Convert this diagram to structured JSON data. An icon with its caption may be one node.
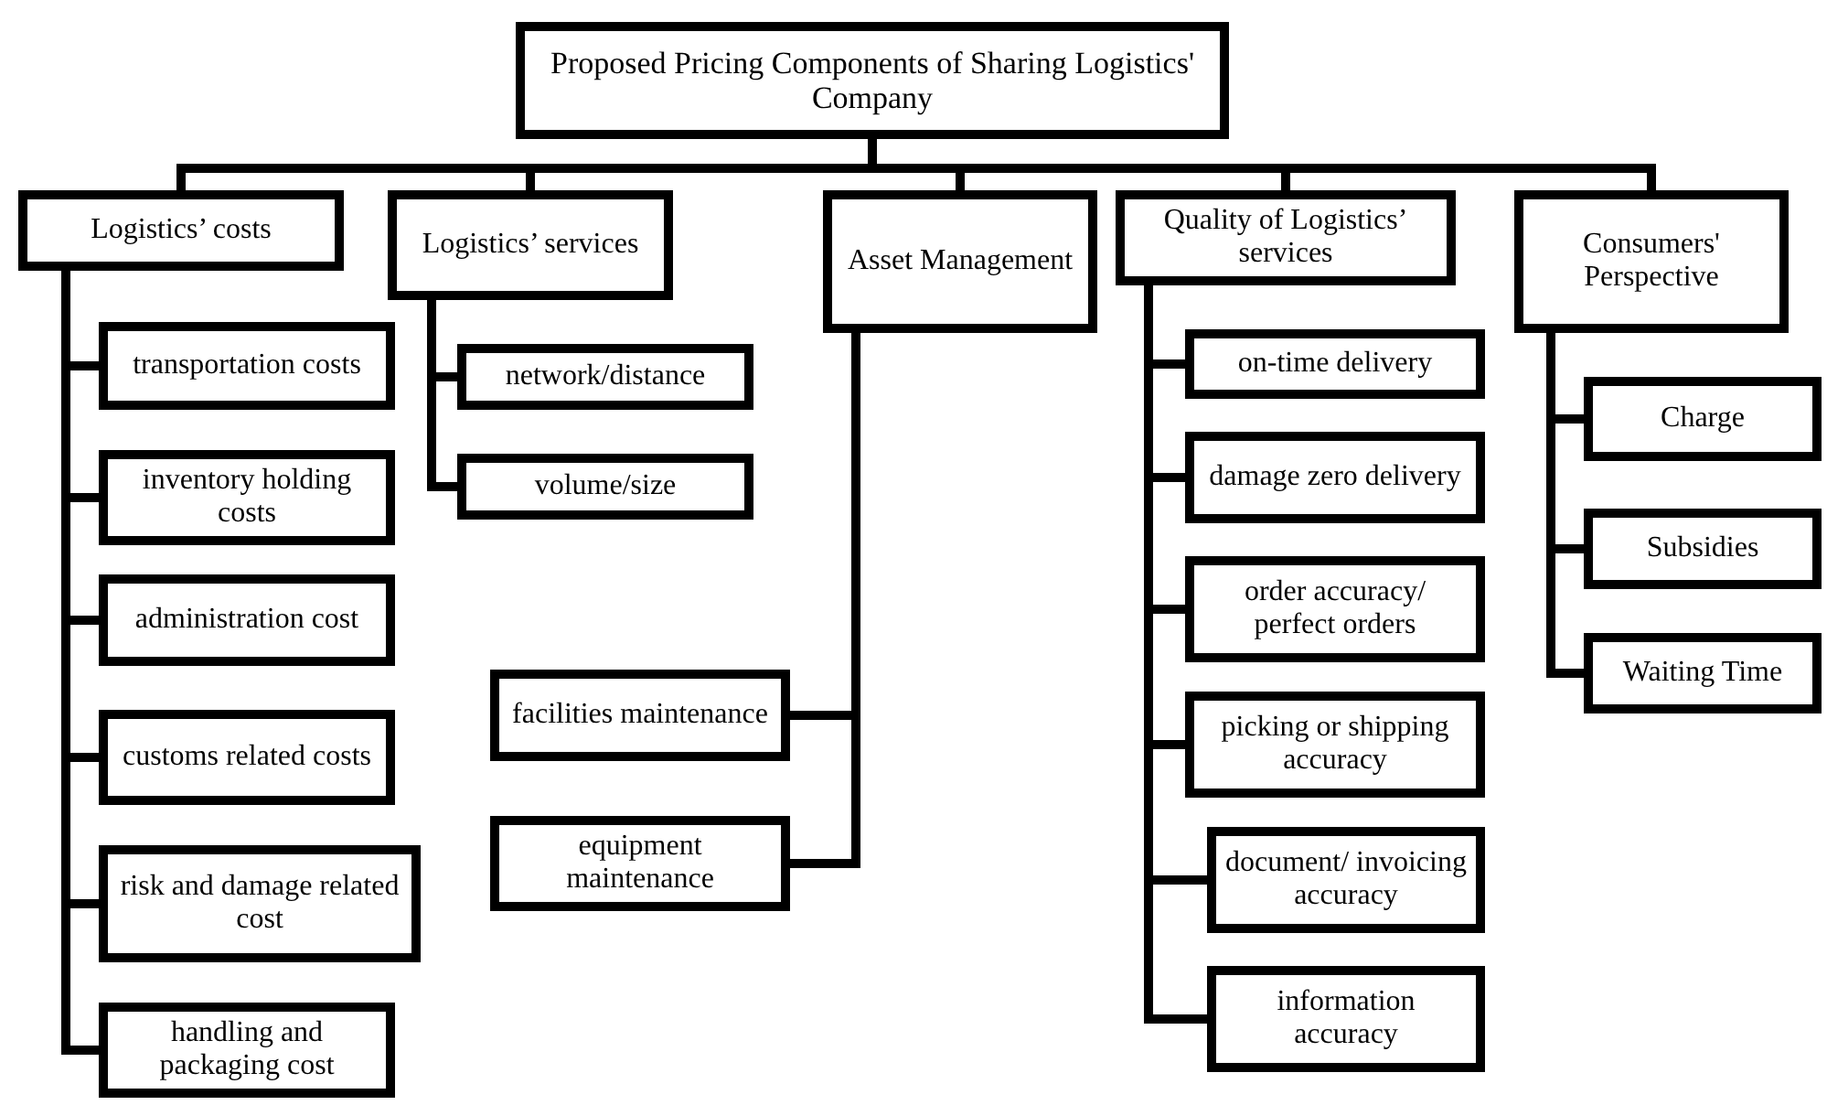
{
  "diagram": {
    "nodes": [
      {
        "text": [
          "Proposed Pricing Components of Sharing Logistics' Company"
        ]
      },
      {
        "text": [
          "Logistics’ costs"
        ]
      },
      {
        "text": [
          "Logistics’ services"
        ]
      },
      {
        "text": [
          "Asset Management"
        ]
      },
      {
        "text": [
          "Quality of Logistics’ services"
        ]
      },
      {
        "text": [
          "Consumers' Perspective"
        ]
      },
      {
        "text": [
          "transportation costs"
        ]
      },
      {
        "text": [
          "inventory holding costs"
        ]
      },
      {
        "text": [
          "administration cost"
        ]
      },
      {
        "text": [
          "customs related costs"
        ]
      },
      {
        "text": [
          "risk and damage related cost"
        ]
      },
      {
        "text": [
          "handling and packaging cost"
        ]
      },
      {
        "text": [
          "network/distance"
        ]
      },
      {
        "text": [
          "volume/size"
        ]
      },
      {
        "text": [
          "facilities maintenance"
        ]
      },
      {
        "text": [
          "equipment maintenance"
        ]
      },
      {
        "text": [
          "on-time delivery"
        ]
      },
      {
        "text": [
          "damage zero delivery"
        ]
      },
      {
        "text": [
          "order accuracy/ perfect orders"
        ]
      },
      {
        "text": [
          "picking or shipping accuracy"
        ]
      },
      {
        "text": [
          "document/ invoicing accuracy"
        ]
      },
      {
        "text": [
          "information accuracy"
        ]
      },
      {
        "text": [
          "Charge"
        ]
      },
      {
        "text": [
          "Subsidies"
        ]
      },
      {
        "text": [
          "Waiting Time"
        ]
      }
    ],
    "edges": [
      {
        "from": 0,
        "to": 1,
        "arrow": "none"
      },
      {
        "from": 0,
        "to": 2,
        "arrow": "none"
      },
      {
        "from": 0,
        "to": 3,
        "arrow": "none"
      },
      {
        "from": 0,
        "to": 4,
        "arrow": "none"
      },
      {
        "from": 0,
        "to": 5,
        "arrow": "none"
      },
      {
        "from": 1,
        "to": 6,
        "arrow": "none"
      },
      {
        "from": 1,
        "to": 7,
        "arrow": "none"
      },
      {
        "from": 1,
        "to": 8,
        "arrow": "none"
      },
      {
        "from": 1,
        "to": 9,
        "arrow": "none"
      },
      {
        "from": 1,
        "to": 10,
        "arrow": "none"
      },
      {
        "from": 1,
        "to": 11,
        "arrow": "none"
      },
      {
        "from": 2,
        "to": 12,
        "arrow": "none"
      },
      {
        "from": 2,
        "to": 13,
        "arrow": "none"
      },
      {
        "from": 3,
        "to": 14,
        "arrow": "none"
      },
      {
        "from": 3,
        "to": 15,
        "arrow": "none"
      },
      {
        "from": 4,
        "to": 16,
        "arrow": "none"
      },
      {
        "from": 4,
        "to": 17,
        "arrow": "none"
      },
      {
        "from": 4,
        "to": 18,
        "arrow": "none"
      },
      {
        "from": 4,
        "to": 19,
        "arrow": "none"
      },
      {
        "from": 4,
        "to": 20,
        "arrow": "none"
      },
      {
        "from": 4,
        "to": 21,
        "arrow": "none"
      },
      {
        "from": 5,
        "to": 22,
        "arrow": "none"
      },
      {
        "from": 5,
        "to": 23,
        "arrow": "none"
      },
      {
        "from": 5,
        "to": 24,
        "arrow": "none"
      }
    ]
  }
}
